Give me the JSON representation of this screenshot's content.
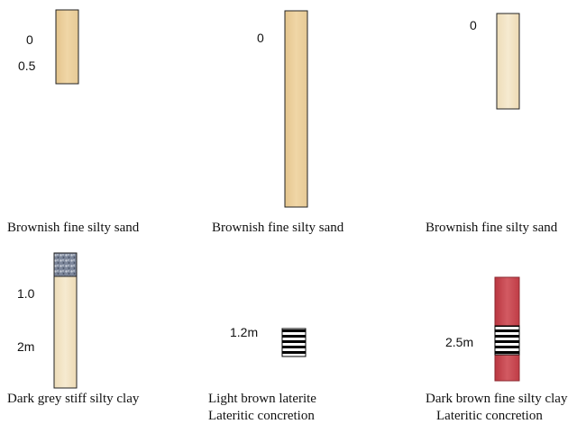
{
  "colors": {
    "sand": "#ecd09c",
    "pale_sand": "#f1e2c4",
    "grey_clay": "#8a93a6",
    "red_laterite": "#c9474f",
    "outline": "#222222"
  },
  "logs": [
    {
      "depth_labels": [
        "0",
        "0.5"
      ],
      "caption": [
        "Brownish fine silty sand"
      ]
    },
    {
      "depth_labels": [
        "0"
      ],
      "caption": [
        "Brownish fine silty sand"
      ]
    },
    {
      "depth_labels": [
        "0"
      ],
      "caption": [
        "Brownish fine silty sand"
      ]
    },
    {
      "depth_labels": [
        "1.0",
        "2m"
      ],
      "caption": [
        "Dark grey stiff silty clay"
      ]
    },
    {
      "depth_labels": [
        "1.2m"
      ],
      "caption": [
        "Light brown laterite",
        "Lateritic concretion"
      ]
    },
    {
      "depth_labels": [
        "2.5m"
      ],
      "caption": [
        "Dark brown fine silty clay",
        "Lateritic concretion"
      ]
    }
  ]
}
